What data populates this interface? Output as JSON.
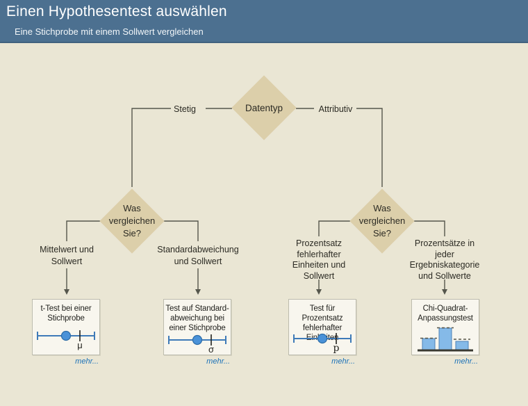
{
  "header": {
    "title": "Einen Hypothesentest auswählen",
    "subtitle": "Eine Stichprobe mit einem Sollwert vergleichen"
  },
  "flowchart": {
    "root_label": "Datentyp",
    "branch_left": "Stetig",
    "branch_right": "Attributiv",
    "decision_label_left": "Was\nvergleichen\nSie?",
    "decision_label_right": "Was\nvergleichen\nSie?",
    "outcomes": [
      "Mittelwert und\nSollwert",
      "Standardabweichung\nund Sollwert",
      "Prozentsatz\nfehlerhafter\nEinheiten und\nSollwert",
      "Prozentsätze in\njeder\nErgebniskategorie\nund Sollwerte"
    ],
    "tests": [
      {
        "title": "t-Test bei einer\nStichprobe",
        "icon": "sample-mean-plot-icon",
        "symbol": "μ",
        "more_label": "mehr..."
      },
      {
        "title": "Test auf Standard-\nabweichung bei\neiner Stichprobe",
        "icon": "sample-sigma-plot-icon",
        "symbol": "σ",
        "more_label": "mehr..."
      },
      {
        "title": "Test für Prozentsatz\nfehlerhafter\nEinheiten",
        "icon": "sample-proportion-plot-icon",
        "symbol": "p",
        "more_label": "mehr..."
      },
      {
        "title": "Chi-Quadrat-\nAnpassungstest",
        "icon": "chi-square-bars-icon",
        "symbol": "",
        "more_label": "mehr..."
      }
    ]
  },
  "colors": {
    "header_bg": "#4c7090",
    "page_bg": "#eae6d4",
    "diamond_fill": "#dccfaa",
    "card_bg": "#f8f6ee",
    "connector": "#55564c",
    "link_blue": "#1d72b8",
    "icon_blue": "#3e7ab8",
    "dot_fill": "#4a92d8",
    "bar_fill": "#85bae8"
  }
}
